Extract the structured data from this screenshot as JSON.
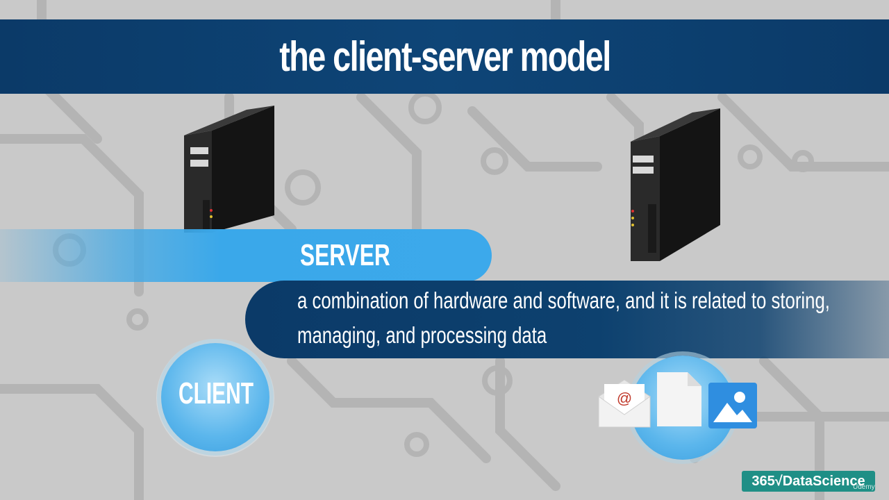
{
  "slide": {
    "title": "the client-server model",
    "server_label": "SERVER",
    "definition_line1": "a combination of hardware and software, and it is related to storing,",
    "definition_line2": "managing, and processing data",
    "client_label": "CLIENT"
  },
  "icons": [
    "server-tower-icon",
    "email-envelope-icon",
    "document-icon",
    "image-icon"
  ],
  "brand": {
    "logo_text_number": "365",
    "logo_text_name": "DataScience",
    "watermark": "Udemy"
  },
  "colors": {
    "title_bar": "#0b3a68",
    "server_band": "#3ca9eb",
    "definition_band": "#0d416f",
    "client_circle": "#5bb6ec",
    "logo_bg": "#1f8f86"
  }
}
